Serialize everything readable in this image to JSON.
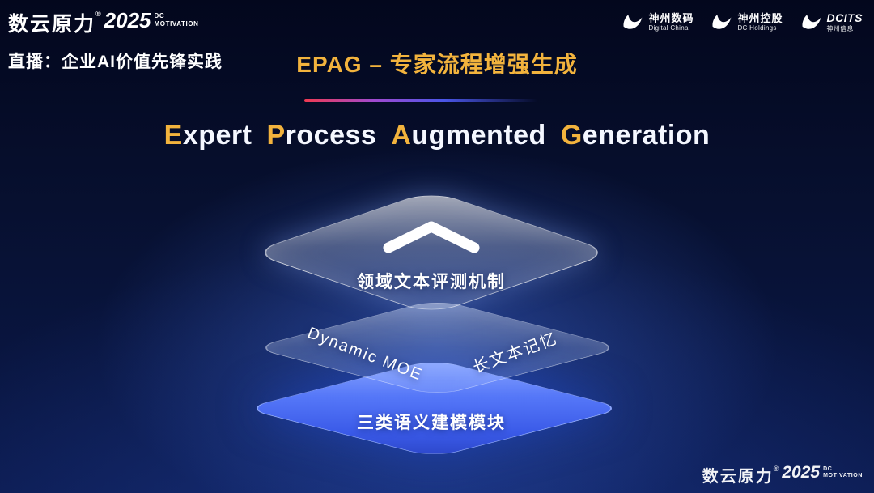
{
  "colors": {
    "accent_gold": "#f2b33d",
    "background_dark": "#03071d",
    "background_glow": "#2d55c8",
    "layer_blue": "#3a5ae8",
    "divider_red": "#f03a52",
    "divider_blue": "#4a56e8"
  },
  "icons": {
    "chevron": "chevron-up-icon",
    "partner_logo": "swoosh-icon"
  },
  "topbar": {
    "brand": {
      "name": "数云原力",
      "reg": "®",
      "year": "2025",
      "line1": "DC",
      "line2": "MOTIVATION"
    },
    "live_label": "直播：企业AI价值先锋实践",
    "partners": [
      {
        "name": "神州数码",
        "subtitle": "Digital China"
      },
      {
        "name": "神州控股",
        "subtitle": "DC Holdings"
      },
      {
        "name": "DCITS",
        "subtitle": "神州信息"
      }
    ]
  },
  "heading": {
    "title": "EPAG – 专家流程增强生成"
  },
  "main_title": {
    "full_text": "Expert Process Augmented Generation",
    "words": [
      {
        "initial": "E",
        "rest": "xpert"
      },
      {
        "initial": "P",
        "rest": "rocess"
      },
      {
        "initial": "A",
        "rest": "ugmented"
      },
      {
        "initial": "G",
        "rest": "eneration"
      }
    ]
  },
  "diagram": {
    "type": "layered-stack",
    "layers": [
      {
        "position": "top",
        "label": "领域文本评测机制"
      },
      {
        "position": "middle",
        "label_left": "Dynamic MOE",
        "label_right": "长文本记忆"
      },
      {
        "position": "bottom",
        "label": "三类语义建模模块"
      }
    ]
  },
  "footer": {
    "brand": {
      "name": "数云原力",
      "reg": "®",
      "year": "2025",
      "line1": "DC",
      "line2": "MOTIVATION"
    }
  }
}
